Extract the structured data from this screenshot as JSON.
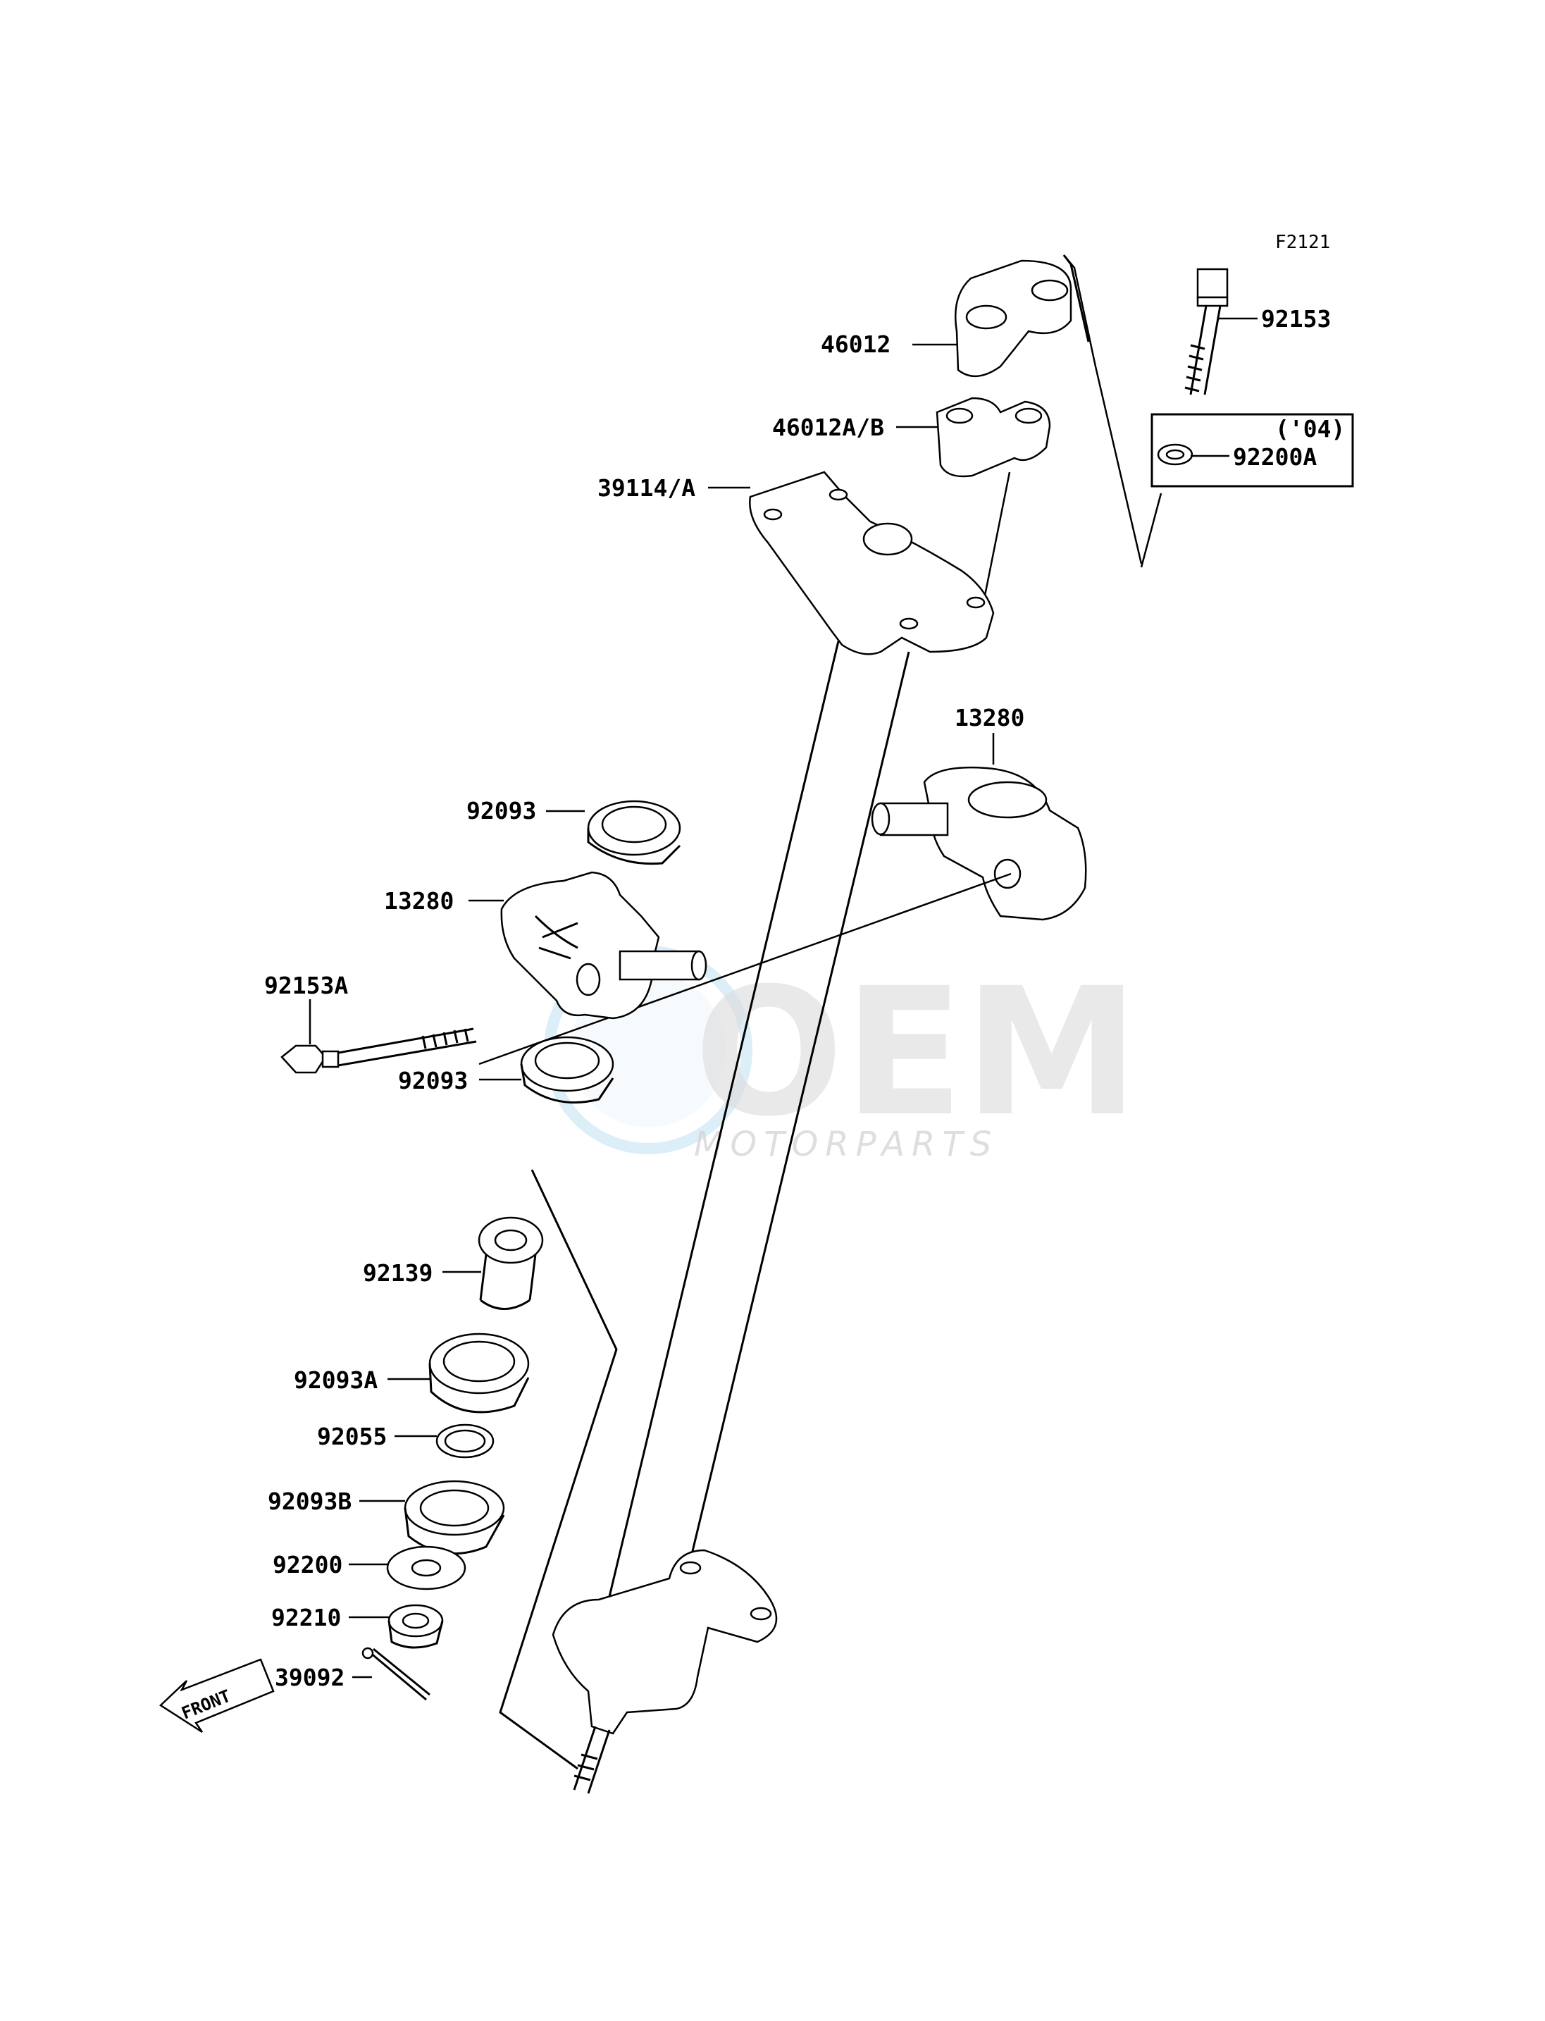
{
  "figure_code": "F2121",
  "watermark": {
    "brand": "OEM",
    "sub": "MOTORPARTS"
  },
  "front_arrow_text": "FRONT",
  "callouts": {
    "p46012": "46012",
    "p46012ab": "46012A/B",
    "p39114a": "39114/A",
    "p92153": "92153",
    "p04": "('04)",
    "p92200a": "92200A",
    "p13280_right": "13280",
    "p92093_top": "92093",
    "p13280_left": "13280",
    "p92153a": "92153A",
    "p92093_bottom": "92093",
    "p92139": "92139",
    "p92093a": "92093A",
    "p92055": "92055",
    "p92093b": "92093B",
    "p92200": "92200",
    "p92210": "92210",
    "p39092": "39092"
  }
}
